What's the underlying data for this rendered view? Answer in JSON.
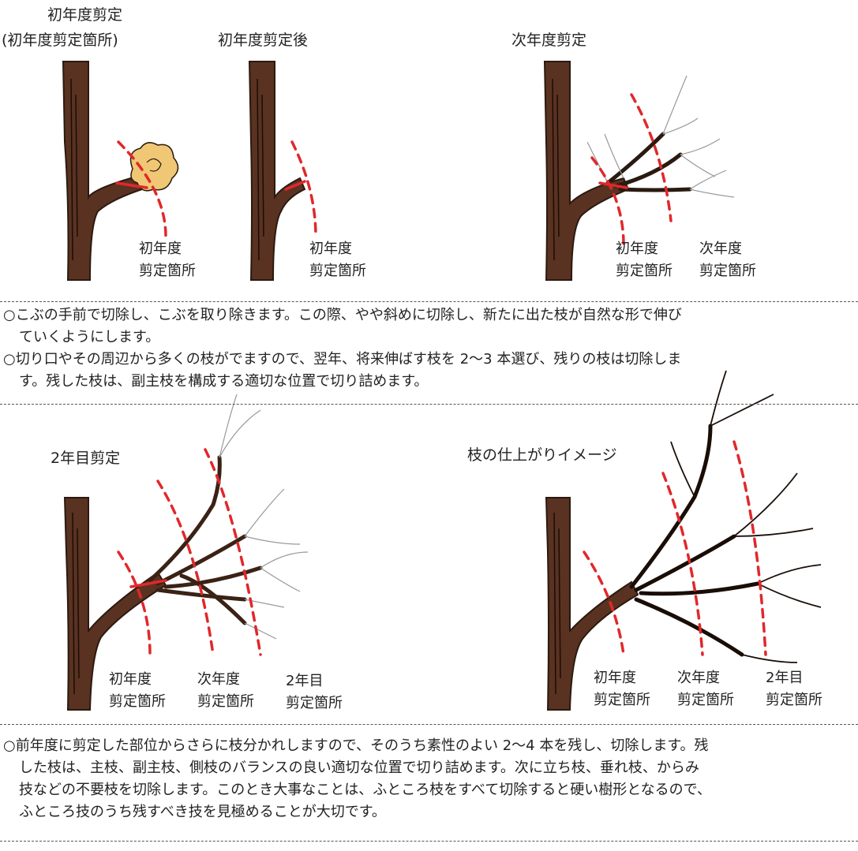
{
  "top_titles": {
    "panel1_line1": "初年度剪定",
    "panel1_line2": "(初年度剪定箇所)",
    "panel2": "初年度剪定後",
    "panel3": "次年度剪定"
  },
  "top_labels": {
    "p1_line1": "初年度",
    "p1_line2": "剪定箇所",
    "p2_line1": "初年度",
    "p2_line2": "剪定箇所",
    "p3a_line1": "初年度",
    "p3a_line2": "剪定箇所",
    "p3b_line1": "次年度",
    "p3b_line2": "剪定箇所"
  },
  "text1": {
    "line1": "○こぶの手前で切除し、こぶを取り除きます。この際、やや斜めに切除し、新たに出た枝が自然な形で伸び",
    "line2": "ていくようにします。",
    "line3": "○切り口やその周辺から多くの枝がでますので、翌年、将来伸ばす枝を 2〜3 本選び、残りの枝は切除しま",
    "line4": "す。残した枝は、副主枝を構成する適切な位置で切り詰めます。"
  },
  "bottom_titles": {
    "left": "2年目剪定",
    "right": "枝の仕上がりイメージ"
  },
  "bottom_labels": {
    "l1_line1": "初年度",
    "l1_line2": "剪定箇所",
    "l2_line1": "次年度",
    "l2_line2": "剪定箇所",
    "l3_line1": "2年目",
    "l3_line2": "剪定箇所",
    "r1_line1": "初年度",
    "r1_line2": "剪定箇所",
    "r2_line1": "次年度",
    "r2_line2": "剪定箇所",
    "r3_line1": "2年目",
    "r3_line2": "剪定箇所"
  },
  "text2": {
    "line1": "○前年度に剪定した部位からさらに枝分かれしますので、そのうち素性のよい 2〜4 本を残し、切除します。残",
    "line2": "した枝は、主枝、副主枝、側枝のバランスの良い適切な位置で切り詰めます。次に立ち枝、垂れ枝、からみ",
    "line3": "技などの不要枝を切除します。このとき大事なことは、ふところ枝をすべて切除すると硬い樹形となるので、",
    "line4": "ふところ技のうち残すべき技を見極めることが大切です。"
  },
  "colors": {
    "bark": "#5a3221",
    "outline": "#2a1a10",
    "cut_red": "#e0282c",
    "knob": "#f0c774",
    "twig": "#999999"
  }
}
